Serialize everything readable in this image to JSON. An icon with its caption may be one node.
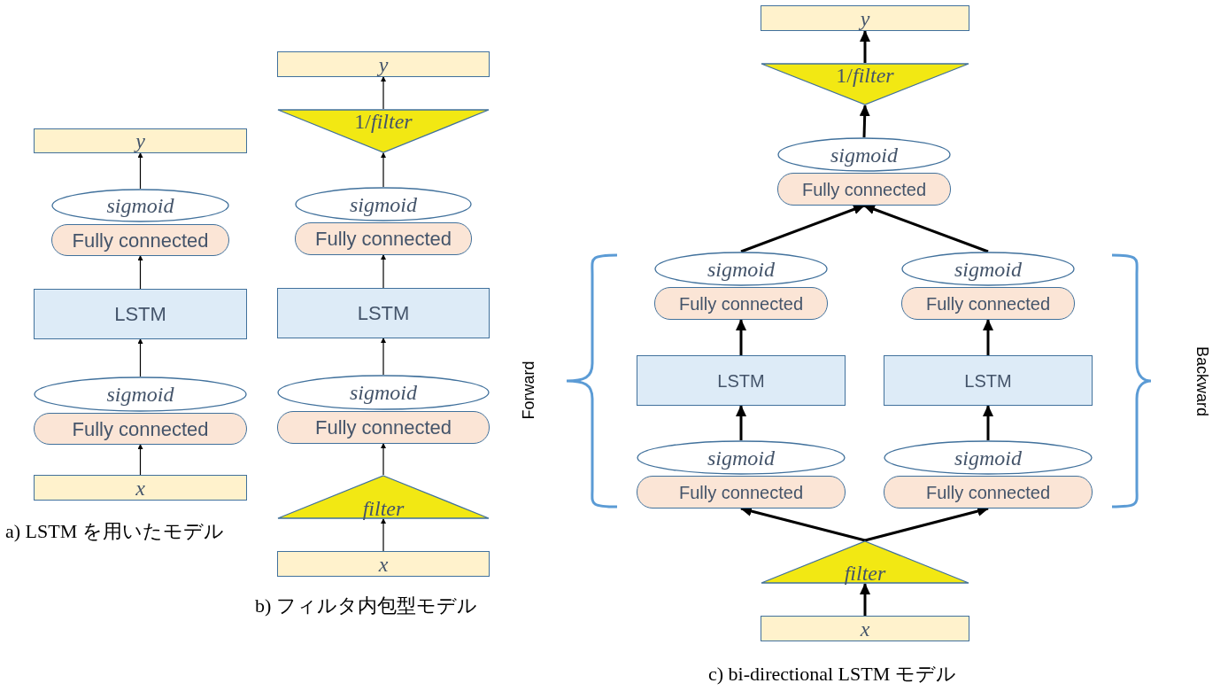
{
  "diagram": {
    "nodes": [
      {
        "text": [
          "*y*"
        ]
      },
      {
        "text": [
          "*sigmoid*"
        ]
      },
      {
        "text": [
          "Fully connected"
        ]
      },
      {
        "text": [
          "LSTM"
        ]
      },
      {
        "text": [
          "*sigmoid*"
        ]
      },
      {
        "text": [
          "Fully connected"
        ]
      },
      {
        "text": [
          "*x*"
        ]
      },
      {
        "text": [
          "*y*"
        ]
      },
      {
        "text": [
          "1/*filter*"
        ]
      },
      {
        "text": [
          "*sigmoid*"
        ]
      },
      {
        "text": [
          "Fully connected"
        ]
      },
      {
        "text": [
          "LSTM"
        ]
      },
      {
        "text": [
          "*sigmoid*"
        ]
      },
      {
        "text": [
          "Fully connected"
        ]
      },
      {
        "text": [
          "*filter*"
        ]
      },
      {
        "text": [
          "*x*"
        ]
      },
      {
        "text": [
          "*y*"
        ]
      },
      {
        "text": [
          "1/*filter*"
        ]
      },
      {
        "text": [
          "*sigmoid*"
        ]
      },
      {
        "text": [
          "Fully connected"
        ]
      },
      {
        "text": [
          "*sigmoid*"
        ]
      },
      {
        "text": [
          "Fully connected"
        ]
      },
      {
        "text": [
          "*sigmoid*"
        ]
      },
      {
        "text": [
          "Fully connected"
        ]
      },
      {
        "text": [
          "LSTM"
        ]
      },
      {
        "text": [
          "LSTM"
        ]
      },
      {
        "text": [
          "*sigmoid*"
        ]
      },
      {
        "text": [
          "Fully connected"
        ]
      },
      {
        "text": [
          "*sigmoid*"
        ]
      },
      {
        "text": [
          "Fully connected"
        ]
      },
      {
        "text": [
          "*filter*"
        ]
      },
      {
        "text": [
          "*x*"
        ]
      }
    ],
    "edges": [
      {
        "from": 6,
        "to": 5,
        "arrow": "to"
      },
      {
        "from": 4,
        "to": 3,
        "arrow": "to"
      },
      {
        "from": 3,
        "to": 2,
        "arrow": "to"
      },
      {
        "from": 1,
        "to": 0,
        "arrow": "to"
      },
      {
        "from": 15,
        "to": 14,
        "arrow": "to"
      },
      {
        "from": 14,
        "to": 13,
        "arrow": "to"
      },
      {
        "from": 12,
        "to": 11,
        "arrow": "to"
      },
      {
        "from": 11,
        "to": 10,
        "arrow": "to"
      },
      {
        "from": 9,
        "to": 8,
        "arrow": "to"
      },
      {
        "from": 8,
        "to": 7,
        "arrow": "to"
      },
      {
        "from": 31,
        "to": 30,
        "arrow": "to"
      },
      {
        "from": 30,
        "to": 27,
        "arrow": "to"
      },
      {
        "from": 30,
        "to": 29,
        "arrow": "to"
      },
      {
        "from": 26,
        "to": 24,
        "arrow": "to"
      },
      {
        "from": 28,
        "to": 25,
        "arrow": "to"
      },
      {
        "from": 24,
        "to": 21,
        "arrow": "to"
      },
      {
        "from": 25,
        "to": 23,
        "arrow": "to"
      },
      {
        "from": 20,
        "to": 19,
        "arrow": "to"
      },
      {
        "from": 22,
        "to": 19,
        "arrow": "to"
      },
      {
        "from": 18,
        "to": 17,
        "arrow": "to"
      },
      {
        "from": 17,
        "to": 16,
        "arrow": "to"
      }
    ],
    "labels": [
      "a) LSTM を用いたモデル",
      "b) フィルタ内包型モデル",
      "Forward",
      "Backward",
      "c) bi-directional LSTM モデル"
    ]
  }
}
